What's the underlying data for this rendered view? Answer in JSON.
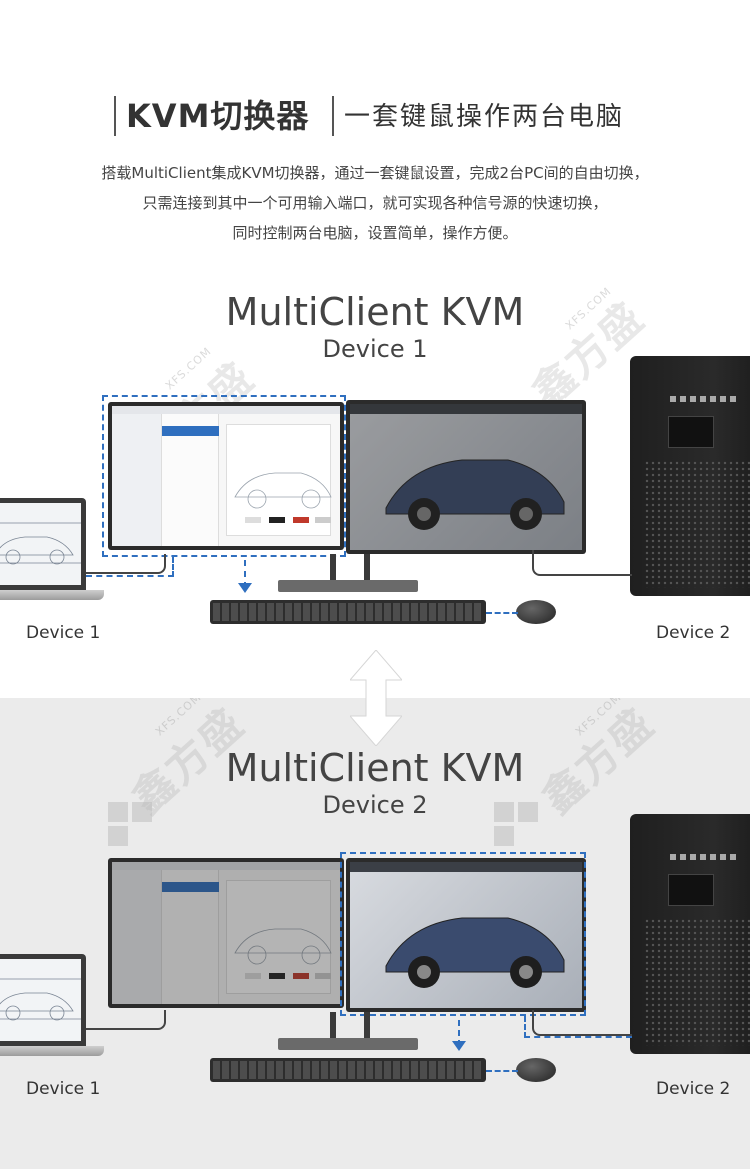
{
  "header": {
    "title_main": "KVM切换器",
    "title_sub": "一套键鼠操作两台电脑",
    "desc_lines": [
      "搭载MultiClient集成KVM切换器，通过一套键鼠设置，完成2台PC间的自由切换，",
      "只需连接到其中一个可用输入端口，就可实现各种信号源的快速切换，",
      "同时控制两台电脑，设置简单，操作方便。"
    ]
  },
  "panel1": {
    "title": "MultiClient KVM",
    "subtitle": "Device 1",
    "label_left": "Device 1",
    "label_right": "Device 2"
  },
  "panel2": {
    "title": "MultiClient KVM",
    "subtitle": "Device 2",
    "label_left": "Device 1",
    "label_right": "Device 2"
  },
  "watermark": {
    "text": "鑫方盛",
    "domain": "XFS.COM"
  },
  "colors": {
    "accent_blue": "#2f6fbf",
    "panel2_bg": "#ebebeb",
    "text": "#333333"
  },
  "icons": {
    "switch_arrow": "double-arrow-vertical-icon",
    "logo": "xfs-logo-icon"
  }
}
